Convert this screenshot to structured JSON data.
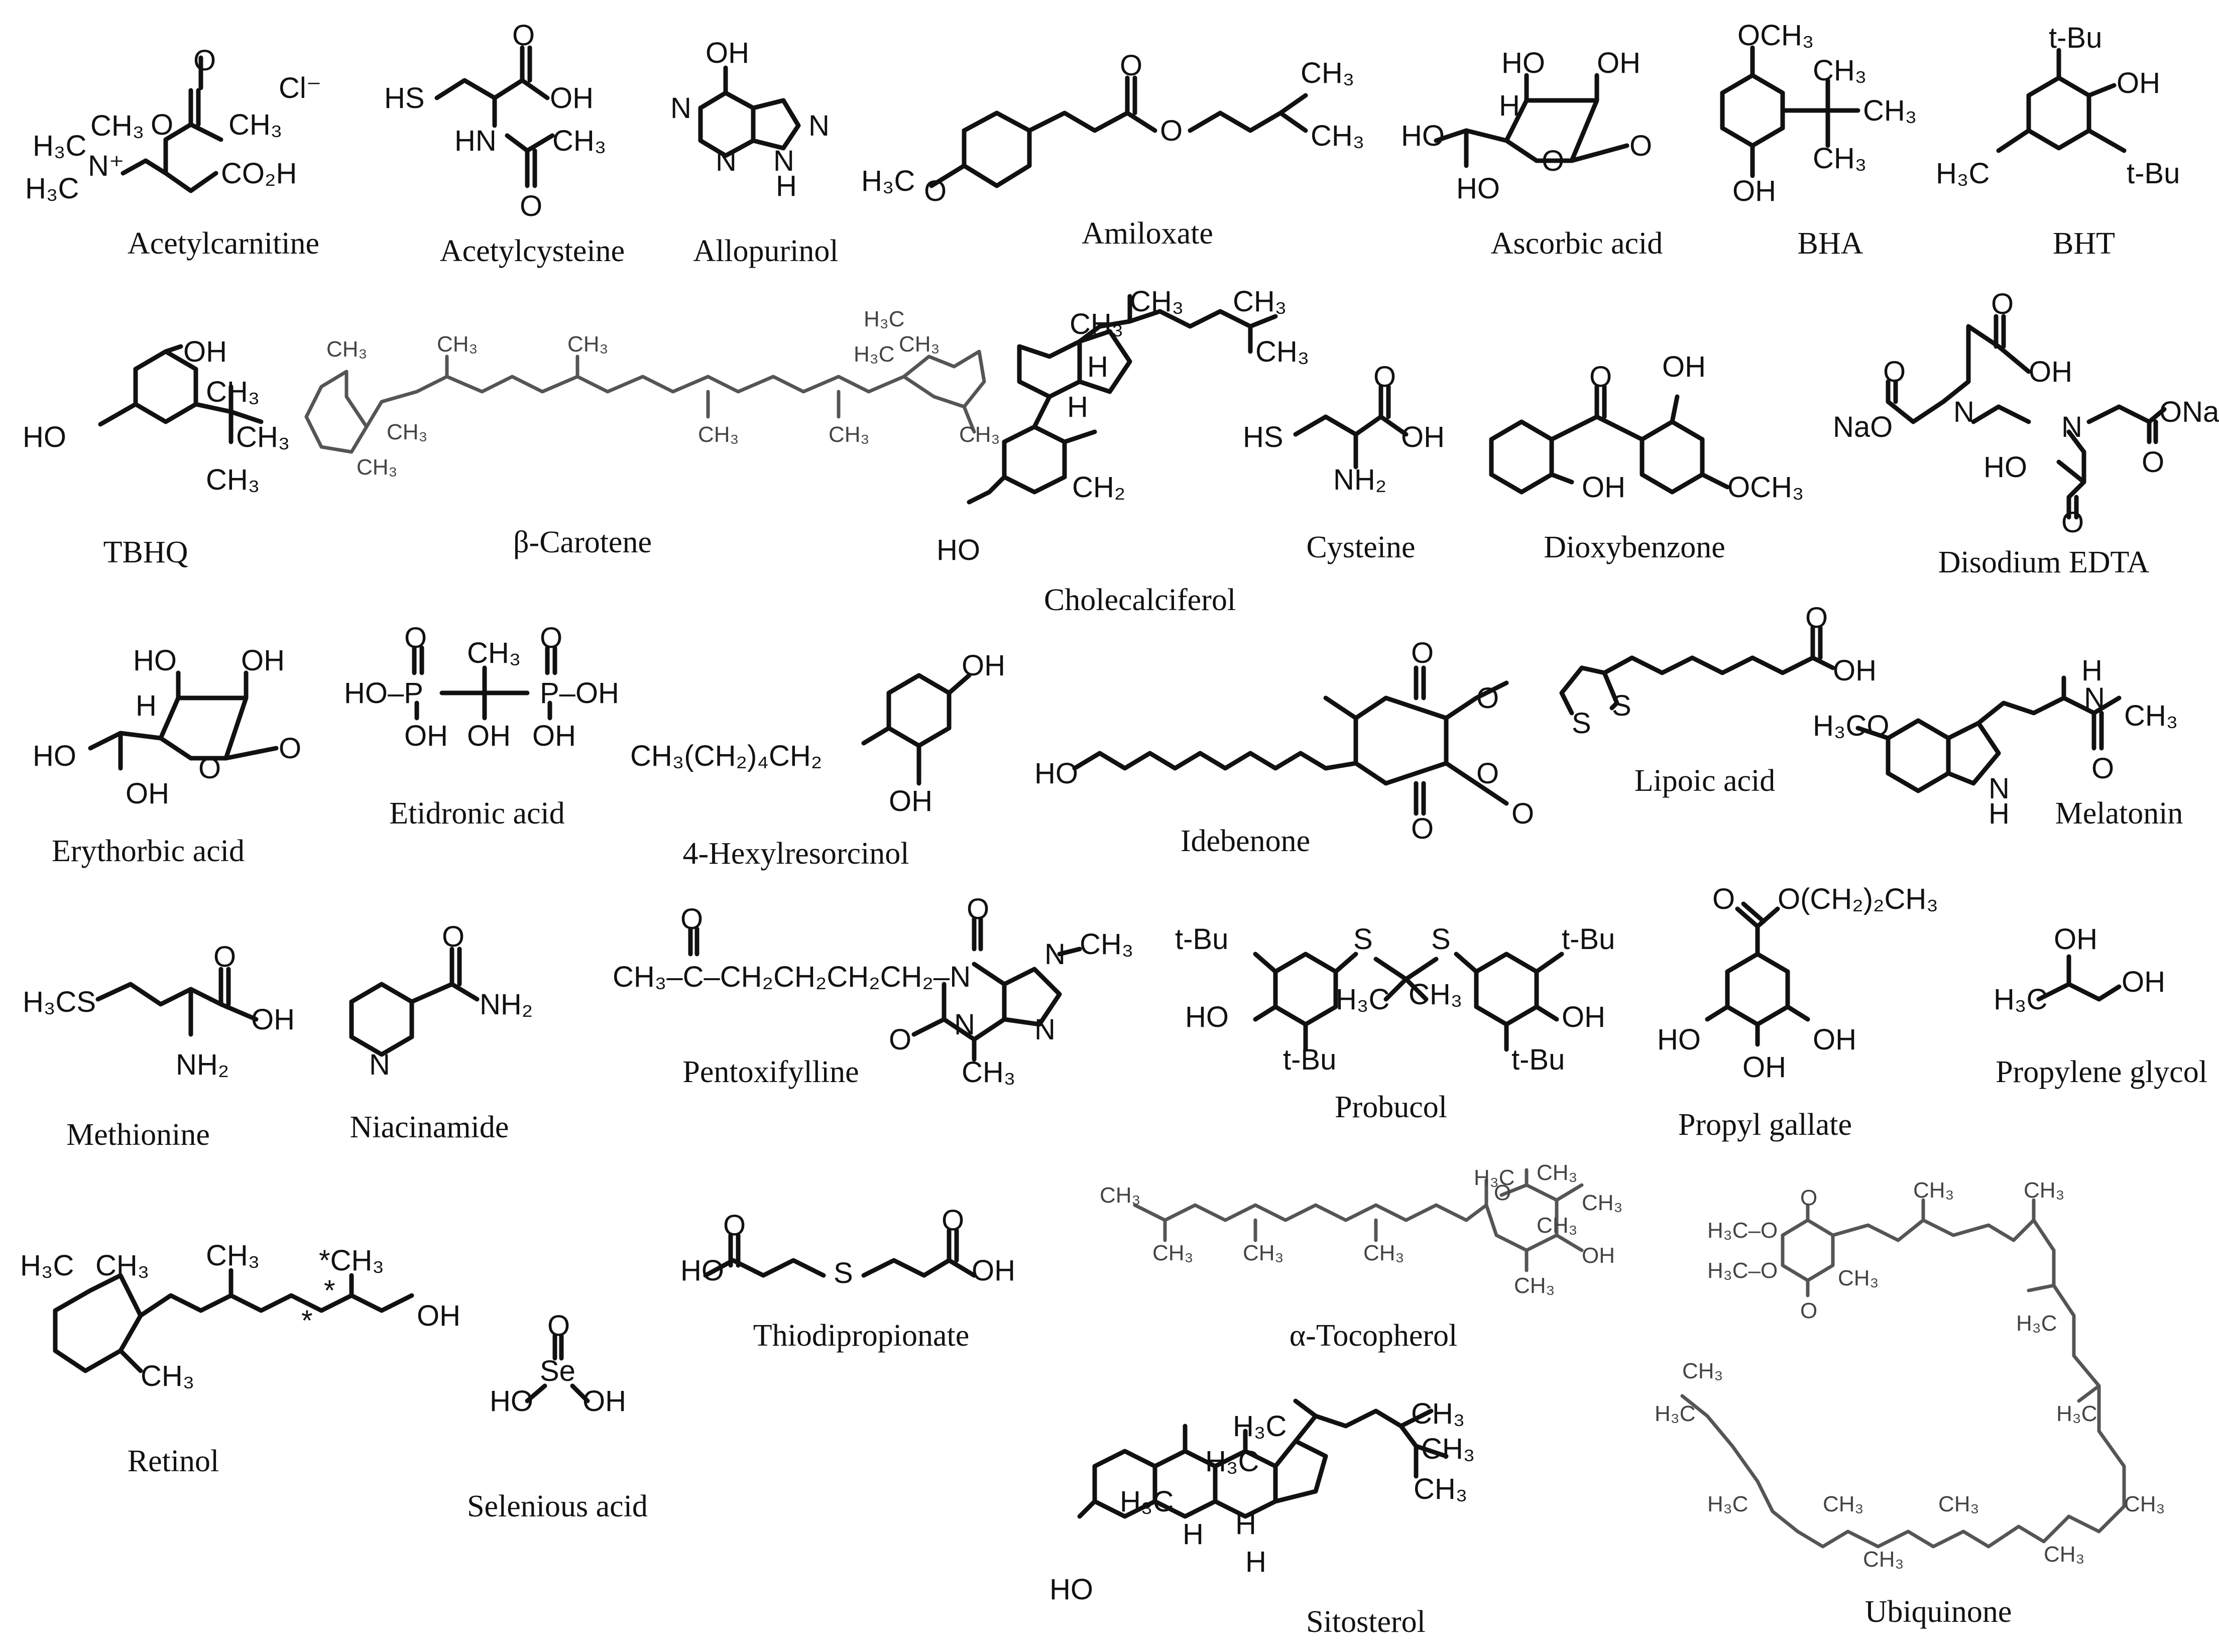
{
  "compounds": [
    {
      "id": "acetylcarnitine",
      "name": "Acetylcarnitine",
      "atoms": [
        "O",
        "Cl⁻",
        "O",
        "H₃C",
        "CH₃",
        "N⁺",
        "CH₃",
        "H₃C",
        "CO₂H"
      ]
    },
    {
      "id": "acetylcysteine",
      "name": "Acetylcysteine",
      "atoms": [
        "O",
        "HS",
        "OH",
        "HN",
        "CH₃",
        "O"
      ]
    },
    {
      "id": "allopurinol",
      "name": "Allopurinol",
      "atoms": [
        "OH",
        "N",
        "N",
        "N",
        "N",
        "H"
      ]
    },
    {
      "id": "amiloxate",
      "name": "Amiloxate",
      "atoms": [
        "O",
        "CH₃",
        "O",
        "CH₃",
        "H₃C",
        "O"
      ]
    },
    {
      "id": "ascorbic",
      "name": "Ascorbic acid",
      "atoms": [
        "HO",
        "OH",
        "H",
        "HO",
        "O",
        "O",
        "HO"
      ]
    },
    {
      "id": "bha",
      "name": "BHA",
      "atoms": [
        "OCH₃",
        "CH₃",
        "CH₃",
        "CH₃",
        "OH"
      ]
    },
    {
      "id": "bht",
      "name": "BHT",
      "atoms": [
        "t-Bu",
        "OH",
        "H₃C",
        "t-Bu"
      ]
    },
    {
      "id": "tbhq",
      "name": "TBHQ",
      "atoms": [
        "OH",
        "CH₃",
        "HO",
        "CH₃",
        "CH₃"
      ]
    },
    {
      "id": "carotene",
      "name": "β-Carotene",
      "atoms": [
        "CH₃",
        "CH₃",
        "CH₃",
        "H₃C",
        "H₃C",
        "CH₃",
        "CH₃",
        "CH₃",
        "CH₃",
        "CH₃",
        "CH₃"
      ]
    },
    {
      "id": "cholecalciferol",
      "name": "Cholecalciferol",
      "atoms": [
        "CH₃",
        "CH₃",
        "CH₃",
        "CH₃",
        "H",
        "H",
        "CH₂",
        "HO"
      ]
    },
    {
      "id": "cysteine",
      "name": "Cysteine",
      "atoms": [
        "O",
        "HS",
        "OH",
        "NH₂"
      ]
    },
    {
      "id": "dioxybenzone",
      "name": "Dioxybenzone",
      "atoms": [
        "O",
        "OH",
        "OH",
        "OCH₃"
      ]
    },
    {
      "id": "edta",
      "name": "Disodium EDTA",
      "atoms": [
        "O",
        "OH",
        "O",
        "N",
        "N",
        "NaO",
        "ONa",
        "O",
        "HO",
        "O"
      ]
    },
    {
      "id": "erythorbic",
      "name": "Erythorbic acid",
      "atoms": [
        "HO",
        "OH",
        "H",
        "HO",
        "O",
        "O",
        "OH"
      ]
    },
    {
      "id": "etidronic",
      "name": "Etidronic acid",
      "atoms": [
        "O",
        "CH₃",
        "O",
        "HO–P",
        "P–OH",
        "OH",
        "OH",
        "OH"
      ]
    },
    {
      "id": "hexylresorcinol",
      "name": "4-Hexylresorcinol",
      "atoms": [
        "OH",
        "CH₃(CH₂)₄CH₂",
        "OH"
      ]
    },
    {
      "id": "idebenone",
      "name": "Idebenone",
      "atoms": [
        "O",
        "O",
        "HO",
        "O",
        "O",
        "O"
      ]
    },
    {
      "id": "lipoic",
      "name": "Lipoic acid",
      "atoms": [
        "O",
        "OH",
        "S",
        "S"
      ]
    },
    {
      "id": "melatonin",
      "name": "Melatonin",
      "atoms": [
        "H",
        "N",
        "CH₃",
        "H₃CO",
        "O",
        "N",
        "H"
      ]
    },
    {
      "id": "methionine",
      "name": "Methionine",
      "atoms": [
        "O",
        "H₃CS",
        "OH",
        "NH₂"
      ]
    },
    {
      "id": "niacinamide",
      "name": "Niacinamide",
      "atoms": [
        "O",
        "NH₂",
        "N"
      ]
    },
    {
      "id": "pentoxifylline",
      "name": "Pentoxifylline",
      "atoms": [
        "O",
        "CH₃–C–CH₂CH₂CH₂CH₂–N",
        "O",
        "N",
        "CH₃",
        "O",
        "N",
        "N",
        "CH₃"
      ]
    },
    {
      "id": "probucol",
      "name": "Probucol",
      "atoms": [
        "t-Bu",
        "S",
        "S",
        "t-Bu",
        "H₃C",
        "CH₃",
        "HO",
        "OH",
        "t-Bu",
        "t-Bu"
      ]
    },
    {
      "id": "propylgallate",
      "name": "Propyl gallate",
      "atoms": [
        "O",
        "O(CH₂)₂CH₃",
        "HO",
        "OH",
        "OH"
      ]
    },
    {
      "id": "propyleneglycol",
      "name": "Propylene glycol",
      "atoms": [
        "OH",
        "H₃C",
        "OH"
      ]
    },
    {
      "id": "retinol",
      "name": "Retinol",
      "atoms": [
        "H₃C",
        "CH₃",
        "CH₃",
        "*CH₃",
        "*",
        "*",
        "OH",
        "CH₃"
      ]
    },
    {
      "id": "selenious",
      "name": "Selenious acid",
      "atoms": [
        "O",
        "Se",
        "HO",
        "OH"
      ]
    },
    {
      "id": "thiodipropionate",
      "name": "Thiodipropionate",
      "atoms": [
        "O",
        "O",
        "HO",
        "S",
        "OH"
      ]
    },
    {
      "id": "tocopherol",
      "name": "α-Tocopherol",
      "atoms": [
        "CH₃",
        "CH₃",
        "H₃C",
        "O",
        "CH₃",
        "CH₃",
        "CH₃",
        "CH₃",
        "CH₃",
        "OH",
        "CH₃"
      ]
    },
    {
      "id": "sitosterol",
      "name": "Sitosterol",
      "atoms": [
        "H₃C",
        "CH₃",
        "H₃C",
        "CH₃",
        "H₃C",
        "CH₃",
        "H",
        "H",
        "H",
        "HO"
      ]
    },
    {
      "id": "ubiquinone",
      "name": "Ubiquinone",
      "atoms": [
        "O",
        "CH₃",
        "CH₃",
        "H₃C–O",
        "H₃C–O",
        "CH₃",
        "O",
        "H₃C",
        "CH₃",
        "H₃C",
        "H₃C",
        "CH₃",
        "H₃C",
        "CH₃",
        "CH₃",
        "CH₃",
        "CH₃"
      ]
    }
  ]
}
